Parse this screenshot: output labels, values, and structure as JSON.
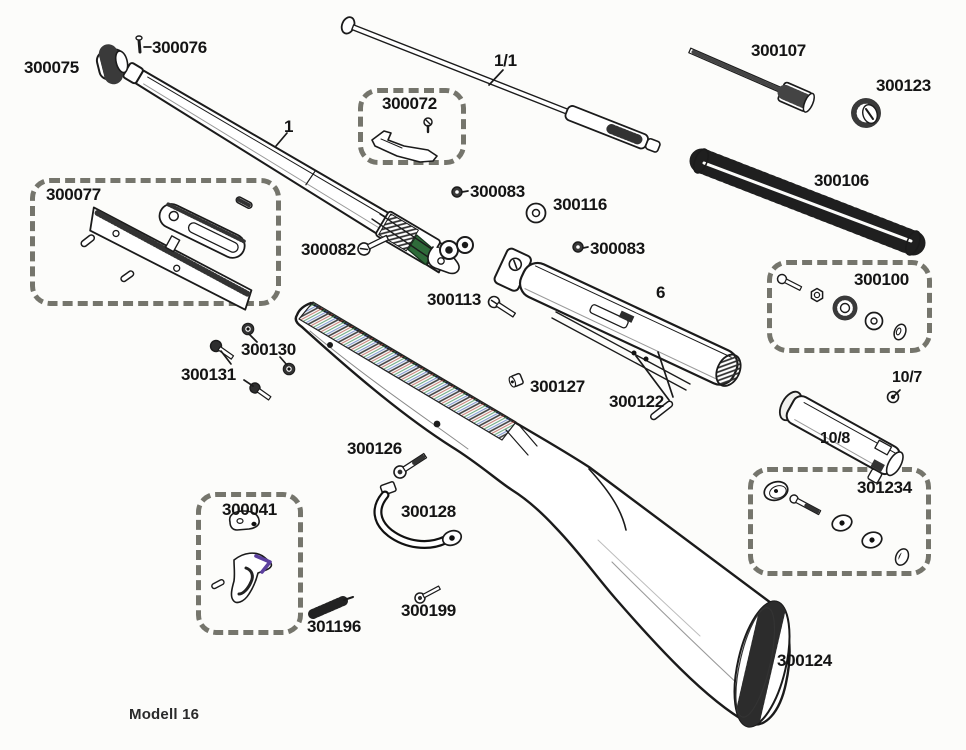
{
  "model_label": "Modell 16",
  "colors": {
    "line": "#1b1b1b",
    "highlight_green": "#2f6b3a",
    "highlight_purple": "#5b3f9e",
    "box_border": "#75756c",
    "background": "#fcfcfa"
  },
  "labels": [
    {
      "part": "muzzle-cap",
      "text": "300075"
    },
    {
      "part": "front-sight-pin",
      "text": "300076"
    },
    {
      "part": "barrel",
      "text": "1"
    },
    {
      "part": "cocking-rod",
      "text": "1/1"
    },
    {
      "part": "rear-sight-set",
      "text": "300072"
    },
    {
      "part": "long-screw",
      "text": "300107"
    },
    {
      "part": "knurled-nut",
      "text": "300123"
    },
    {
      "part": "mainspring",
      "text": "300106"
    },
    {
      "part": "cocking-lever-set",
      "text": "300077"
    },
    {
      "part": "screw-upper",
      "text": "300083"
    },
    {
      "part": "washer",
      "text": "300116"
    },
    {
      "part": "breech-screw",
      "text": "300082"
    },
    {
      "part": "screw-lower",
      "text": "300083"
    },
    {
      "part": "receiver",
      "text": "6"
    },
    {
      "part": "mount-set",
      "text": "300100"
    },
    {
      "part": "side-screw",
      "text": "300113"
    },
    {
      "part": "nut-pair",
      "text": "300130"
    },
    {
      "part": "screw-pair",
      "text": "300131"
    },
    {
      "part": "small-nut",
      "text": "300127"
    },
    {
      "part": "pin",
      "text": "300122"
    },
    {
      "part": "piston-screw",
      "text": "10/7"
    },
    {
      "part": "piston",
      "text": "10/8"
    },
    {
      "part": "forend-screw",
      "text": "300126"
    },
    {
      "part": "butt-disc-set",
      "text": "301234"
    },
    {
      "part": "trigger-set",
      "text": "300041"
    },
    {
      "part": "trigger-guard",
      "text": "300128"
    },
    {
      "part": "trigger-spring",
      "text": "301196"
    },
    {
      "part": "guard-screw",
      "text": "300199"
    },
    {
      "part": "stock",
      "text": "300124"
    }
  ]
}
